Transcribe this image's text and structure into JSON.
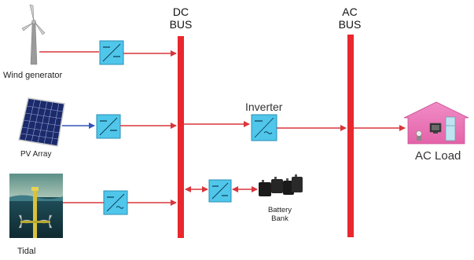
{
  "buses": {
    "dc": {
      "line1": "DC",
      "line2": "BUS"
    },
    "ac": {
      "line1": "AC",
      "line2": "BUS"
    }
  },
  "sources": {
    "wind": {
      "label": "Wind generator"
    },
    "pv": {
      "label": "PV Array"
    },
    "tidal": {
      "label": "Tidal"
    }
  },
  "inverter": {
    "label": "Inverter"
  },
  "battery": {
    "line1": "Battery",
    "line2": "Bank"
  },
  "load": {
    "label": "AC Load"
  },
  "colors": {
    "bus": "#e8282e",
    "flow": "#d9363a",
    "pv_link": "#3455b8",
    "converter_fill": "#4fc6ea",
    "converter_edge": "#2a8fb4",
    "house": "#e86fb4"
  }
}
